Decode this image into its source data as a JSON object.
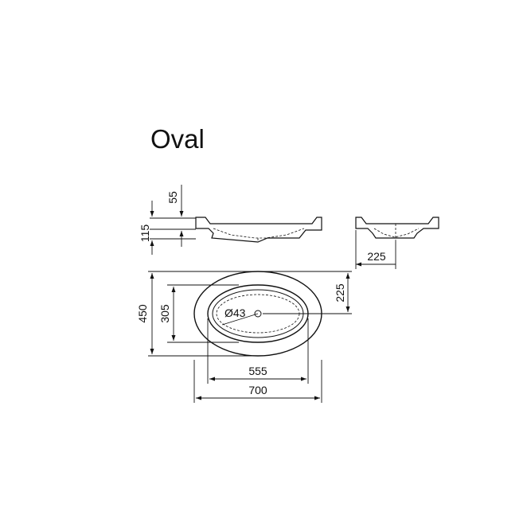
{
  "title": "Oval",
  "dimensions": {
    "side_rim_height": "55",
    "side_total_height": "115",
    "front_width": "225",
    "top_half_width": "225",
    "overall_depth": "450",
    "inner_depth": "305",
    "drain_diameter": "Ø43",
    "inner_length": "555",
    "overall_length": "700"
  },
  "colors": {
    "line": "#111111",
    "background": "#ffffff"
  }
}
